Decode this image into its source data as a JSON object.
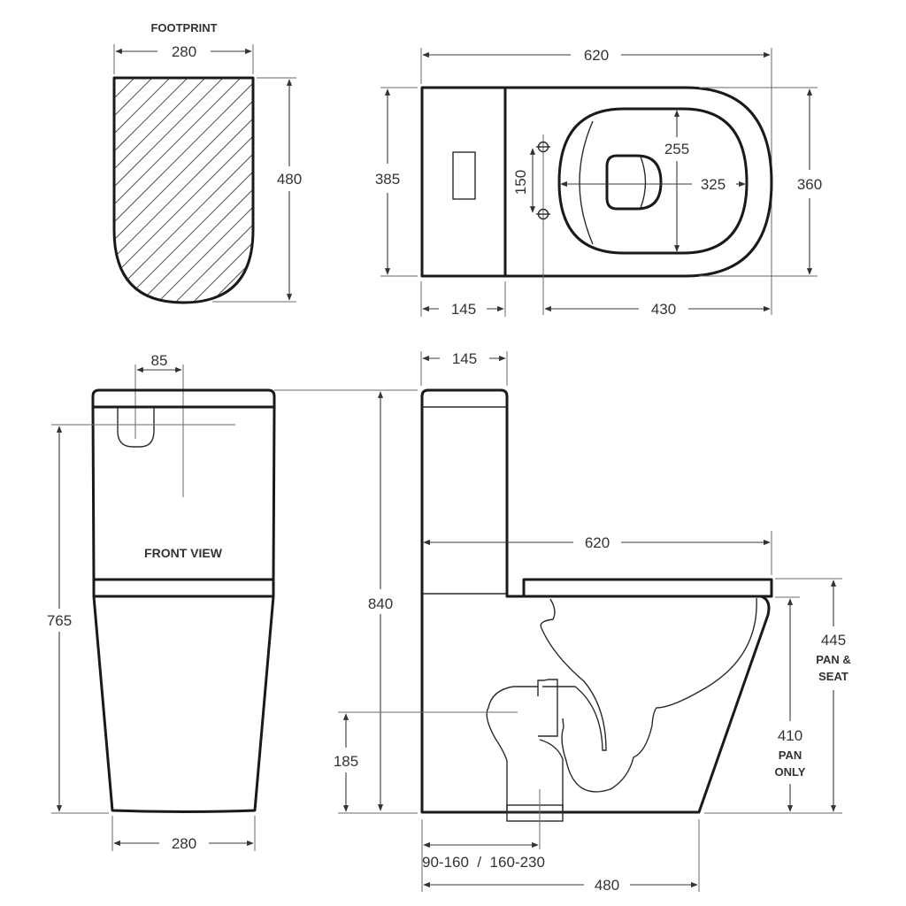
{
  "views": {
    "footprint": {
      "title": "FOOTPRINT",
      "width": "280",
      "depth": "480"
    },
    "plan": {
      "overall_length": "620",
      "cistern_depth_side": "385",
      "tank_depth": "145",
      "fixing_spacing": "150",
      "fixing_to_front": "430",
      "seat_opening_width": "255",
      "seat_opening_length": "325",
      "bowl_width": "360"
    },
    "front": {
      "title": "FRONT VIEW",
      "flush_button_spacing": "85",
      "height": "765",
      "base_width": "280"
    },
    "side": {
      "tank_depth": "145",
      "overall_length": "620",
      "overall_height": "840",
      "inlet_height": "185",
      "set_out": "90-160  /  160-230",
      "base_length": "480",
      "pan_seat_height": "445",
      "pan_seat_label_1": "PAN &",
      "pan_seat_label_2": "SEAT",
      "pan_only_height": "410",
      "pan_only_label_1": "PAN",
      "pan_only_label_2": "ONLY"
    }
  },
  "colors": {
    "line": "#1a1a1a",
    "dimension": "#3a3a3a",
    "text": "#333333",
    "background": "#ffffff"
  }
}
